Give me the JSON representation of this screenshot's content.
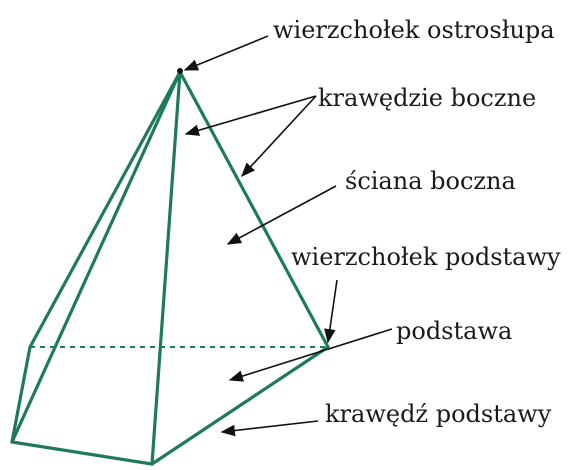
{
  "labels": {
    "apex": "wierzchołek ostrosłupa",
    "lateral_edges": "krawędzie boczne",
    "lateral_face": "ściana boczna",
    "base_vertex": "wierzchołek podstawy",
    "base": "podstawa",
    "base_edge": "krawędź podstawy"
  },
  "colors": {
    "edge": "#1f7a5a",
    "text": "#1a1a1a",
    "arrow": "#111111"
  }
}
